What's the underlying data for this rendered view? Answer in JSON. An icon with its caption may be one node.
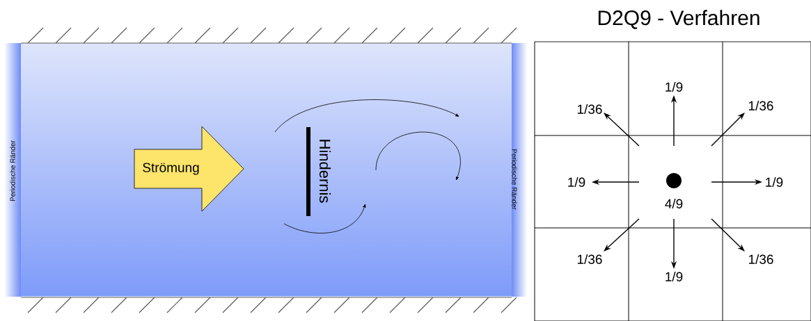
{
  "diagram": {
    "title": "D2Q9 - Verfahren",
    "nodes": [
      {
        "text": [
          "Strömung"
        ]
      }
    ],
    "labels": [
      "Periodische Ränder",
      "Hindernis",
      "Periodische Ränder",
      "1/9",
      "1/36",
      "1/36",
      "1/9",
      "1/9",
      "4/9",
      "1/36",
      "1/36",
      "1/9"
    ]
  }
}
